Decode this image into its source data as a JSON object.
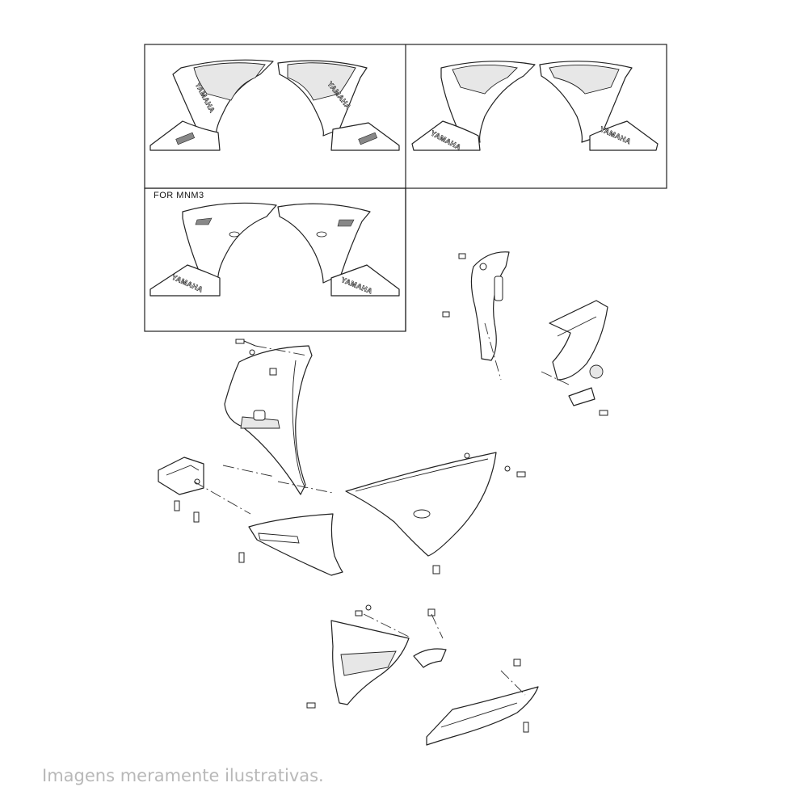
{
  "diagram": {
    "variant_panel_label": "FOR MNM3",
    "decal_brand": "YAMAHA",
    "caption": "Imagens meramente ilustrativas."
  },
  "colors": {
    "line": "#222222",
    "caption": "#b8b8b8",
    "background": "#ffffff"
  }
}
